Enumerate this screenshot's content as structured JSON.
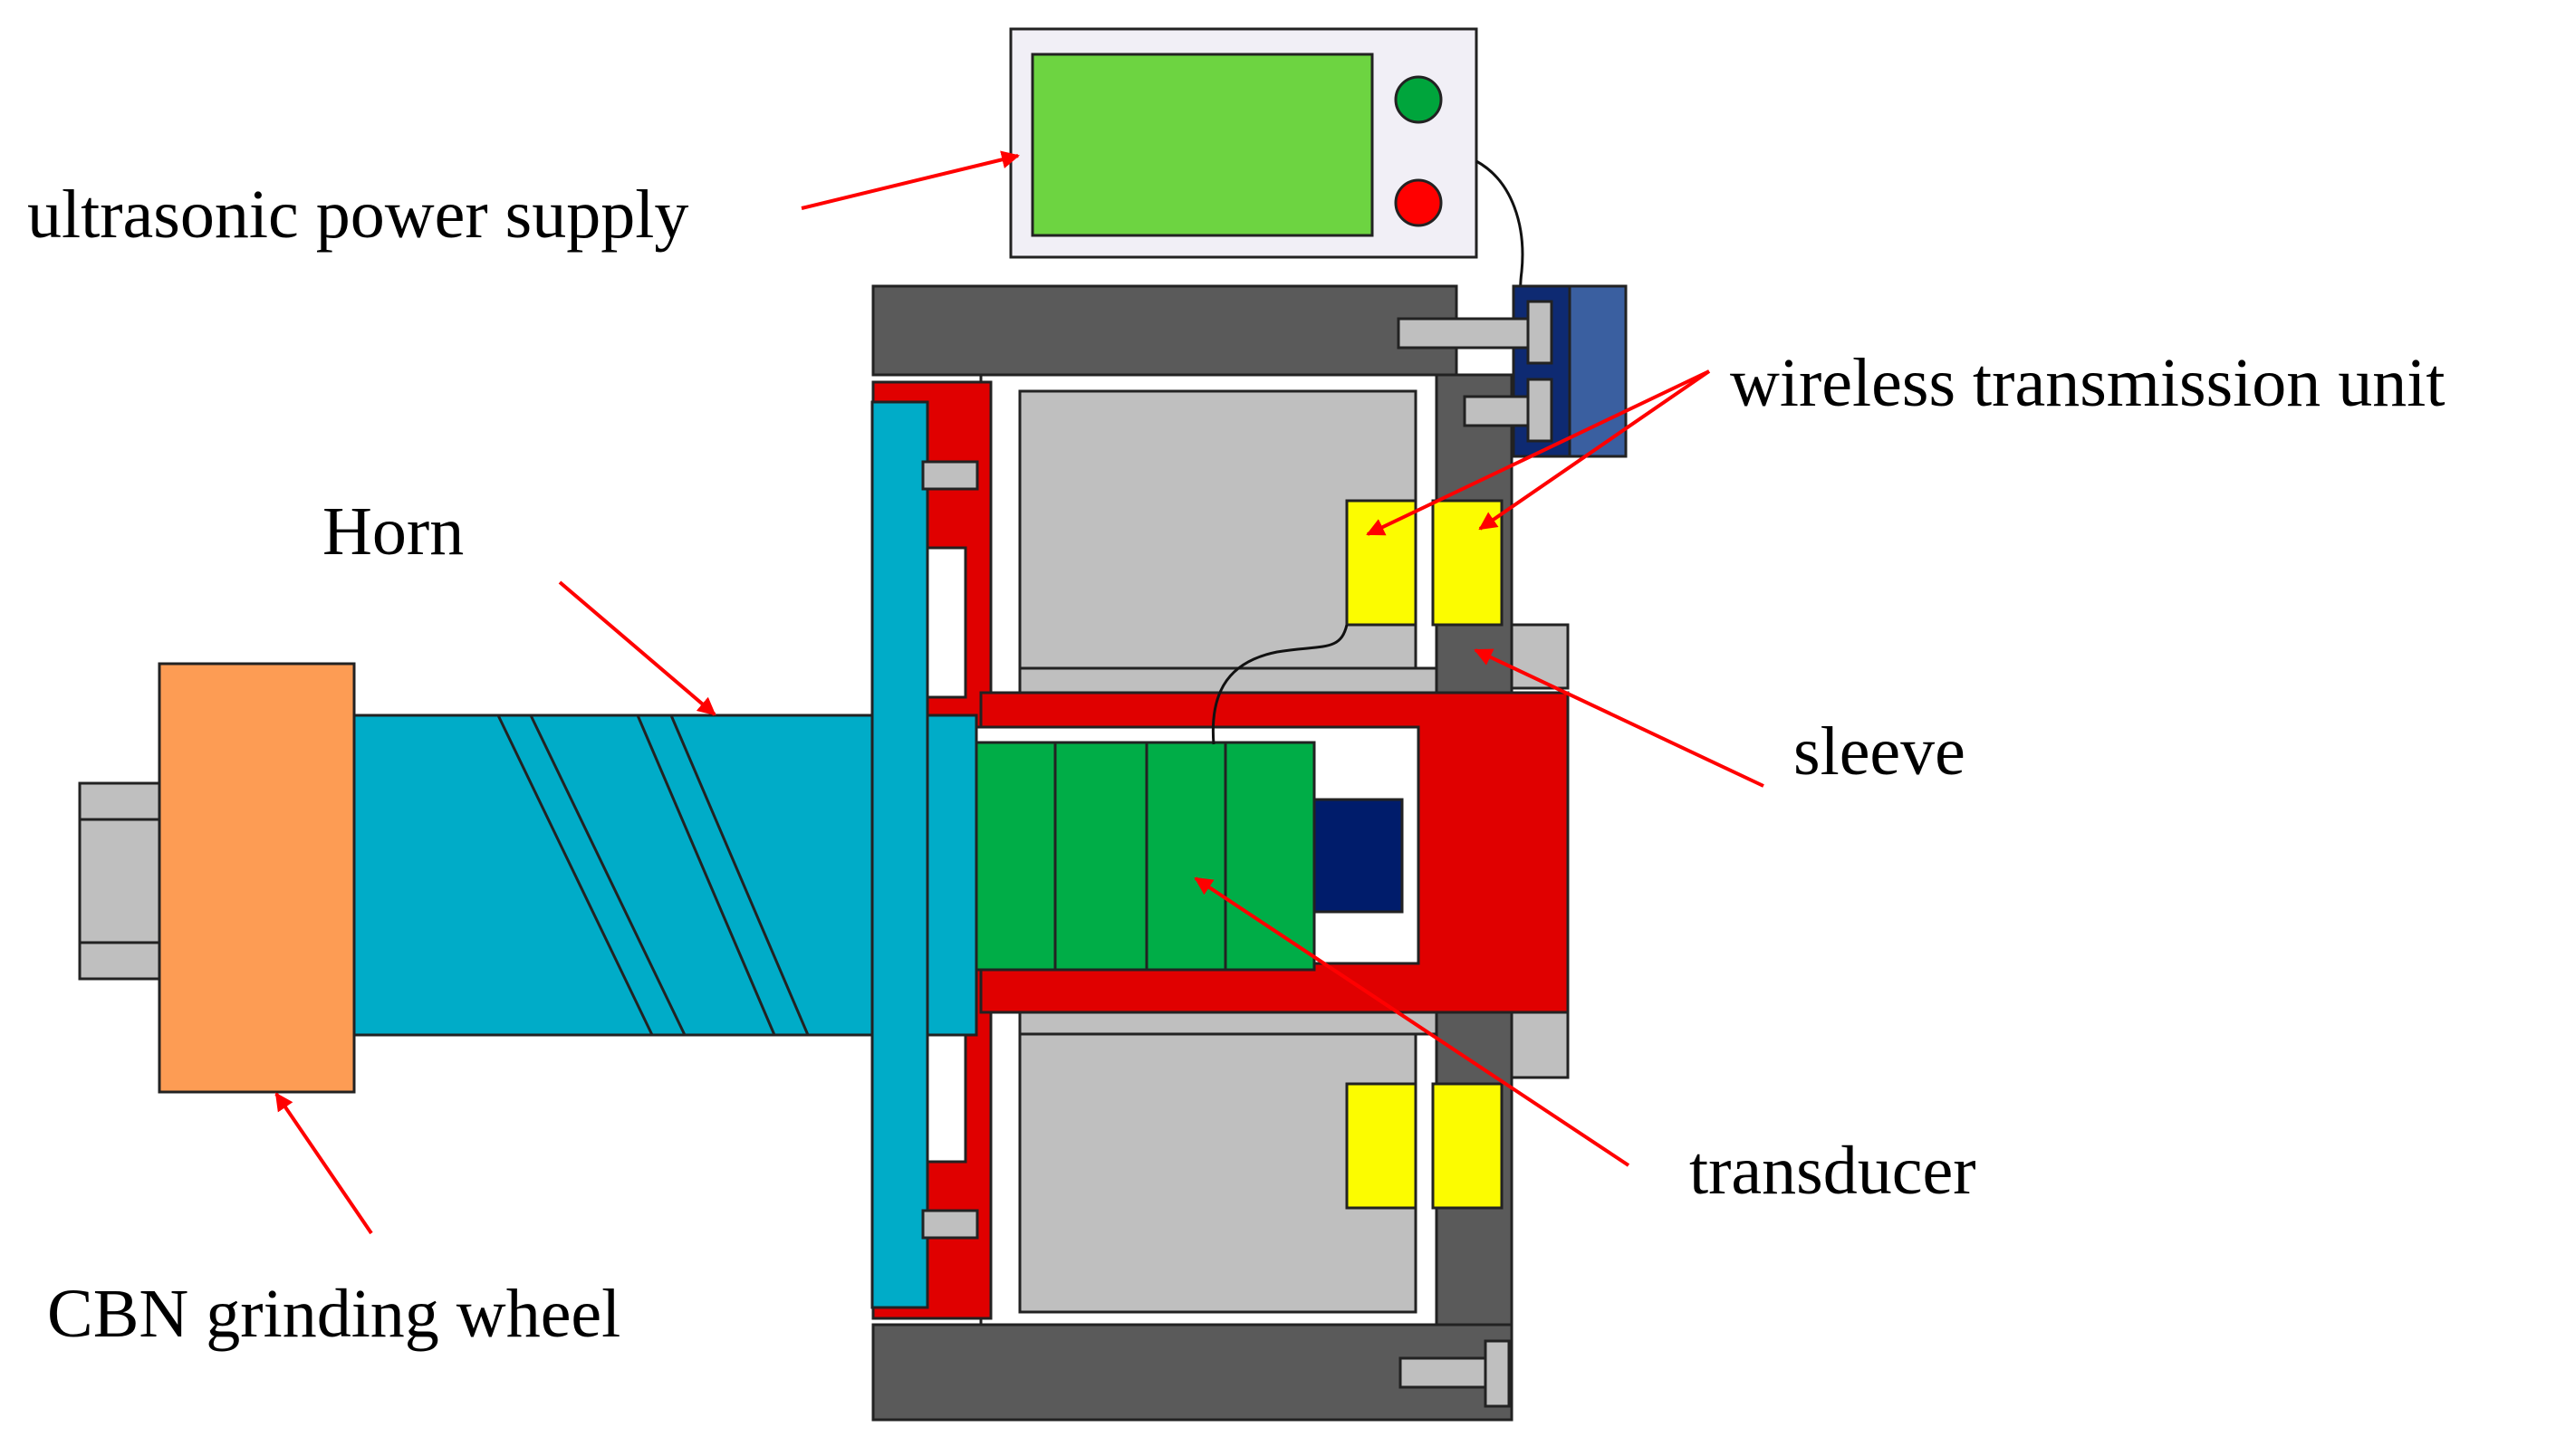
{
  "labels": {
    "power_supply": "ultrasonic power supply",
    "wireless": "wireless transmission unit",
    "horn": "Horn",
    "sleeve": "sleeve",
    "transducer": "transducer",
    "grinding_wheel": "CBN grinding wheel"
  },
  "colors": {
    "horn": "#00acc8",
    "wheel": "#fd9c54",
    "flange": "#e00000",
    "housing": "#5a5a5a",
    "gray_part": "#bfbfbf",
    "transducer": "#00ad47",
    "transducer_end": "#001c6b",
    "wireless_unit": "#fcfc00",
    "connector": "#3a5fa0",
    "connector_dark": "#0e2a72",
    "supply_screen": "#6dd441",
    "supply_body": "#f1eff6",
    "button_green": "#00a53c",
    "button_red": "#ff0000",
    "arrow": "#ff0000"
  }
}
